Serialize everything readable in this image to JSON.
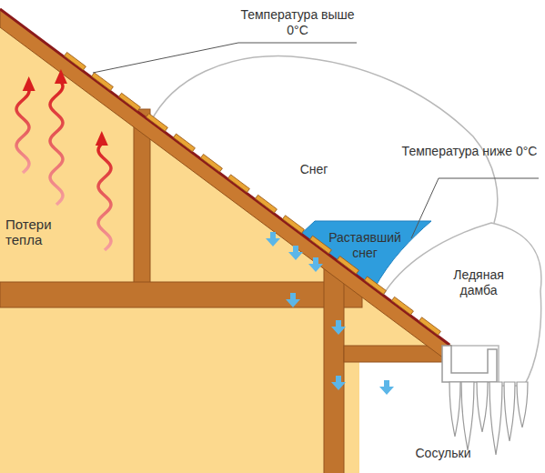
{
  "diagram": {
    "labels": [
      "Температура выше 0°C",
      "Снег",
      "Растаявший снег",
      "Температура ниже 0°C",
      "Ледяная дамба",
      "Потери тепла",
      "Сосульки"
    ]
  }
}
